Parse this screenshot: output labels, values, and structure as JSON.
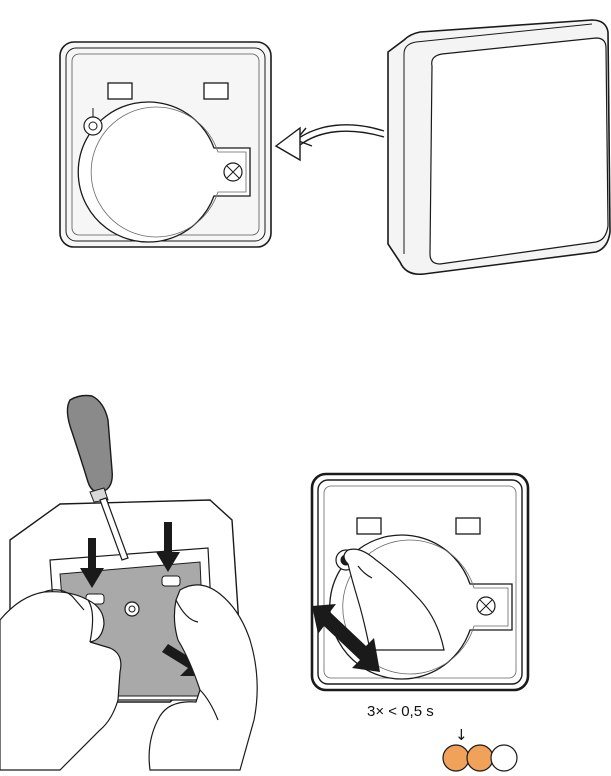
{
  "instruction": {
    "press_label": "3× < 0,5 s",
    "down_arrow": "↓"
  },
  "colors": {
    "stroke": "#1a1a1a",
    "light_gray": "#f2f2f2",
    "mid_gray": "#c8c8c8",
    "dark_gray": "#8a8a8a",
    "indicator_orange": "#f0a25a",
    "indicator_white": "#ffffff"
  },
  "indicators": [
    "orange",
    "orange",
    "white"
  ]
}
